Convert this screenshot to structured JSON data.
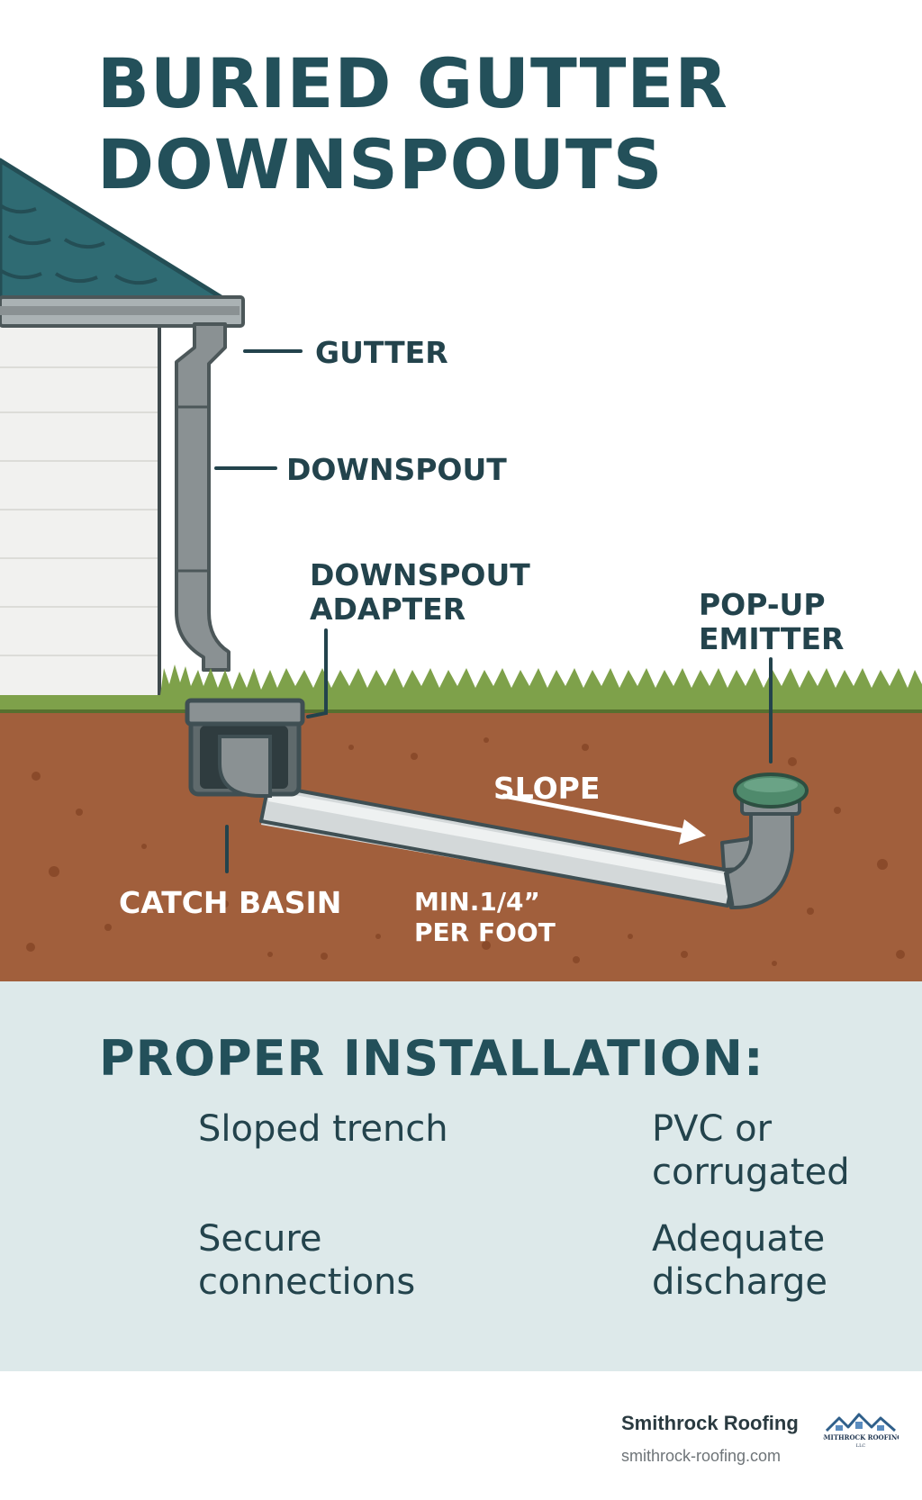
{
  "title": {
    "line1": "BURIED GUTTER",
    "line2": "DOWNSPOUTS"
  },
  "labels": {
    "gutter": "GUTTER",
    "downspout": "DOWNSPOUT",
    "adapter_line1": "DOWNSPOUT",
    "adapter_line2": "ADAPTER",
    "emitter_line1": "POP-UP",
    "emitter_line2": "EMITTER",
    "slope": "SLOPE",
    "catch_basin": "CATCH BASIN",
    "min_line1": "MIN.1/4”",
    "min_line2": "PER FOOT"
  },
  "installation": {
    "heading": "PROPER INSTALLATION:",
    "items": [
      {
        "icon": "sloped-trench-icon",
        "line1": "Sloped trench",
        "line2": ""
      },
      {
        "icon": "pvc-pipe-icon",
        "line1": "PVC or",
        "line2": "corrugated"
      },
      {
        "icon": "pipe-connection-icon",
        "line1": "Secure",
        "line2": "connections"
      },
      {
        "icon": "water-drop-icon",
        "line1": "Adequate",
        "line2": "discharge"
      }
    ]
  },
  "footer": {
    "brand": "Smithrock Roofing",
    "url": "smithrock-roofing.com",
    "logo_text_line1": "SMITHROCK ROOFING",
    "logo_text_line2": "LLC"
  },
  "colors": {
    "title": "#23505a",
    "roof": "#2f6b73",
    "siding": "#f1f1ef",
    "gutter": "#8a9193",
    "grass": "#7ea14a",
    "soil": "#a15f3c",
    "pipe": "#d3d8d9",
    "emitter": "#4f8a6c",
    "section_bg": "#dde9ea"
  }
}
